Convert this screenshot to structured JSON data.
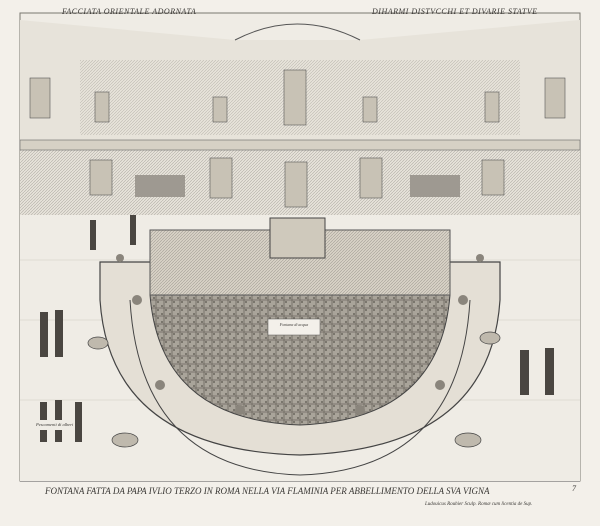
{
  "header": {
    "left_title": "FACCIATA ORIENTALE ADORNATA",
    "right_title": "DIHARMI DISTVCCHI ET DIVARIE STATVE"
  },
  "caption": {
    "title": "FONTANA FATTA DA PAPA IVLIO TERZO IN ROMA NELLA VIA FLAMINIA PER ABBELLIMENTO DELLA SVA VIGNA",
    "credit": "Ludouicus Rouhier Sculp. Romæ cum licentia de Sup.",
    "page_number": "7"
  },
  "labels": {
    "fountain_plaque": "Fontana di acqua",
    "people_note": "Pescamenti di alberi"
  },
  "colors": {
    "paper": "#f3f0ea",
    "ink": "#3a3835"
  }
}
